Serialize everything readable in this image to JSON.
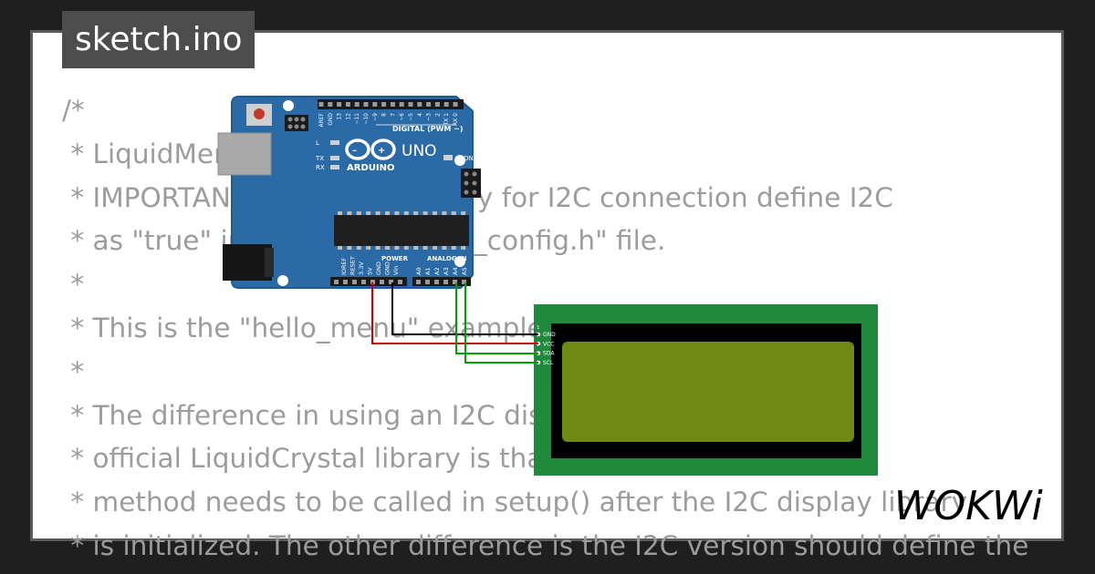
{
  "file_tab": {
    "label": "sketch.ino"
  },
  "code_lines": [
    "/*",
    " * LiquidMenu_hello_menu.ino",
    " * IMPORTANT: to use the library for I2C connection define I2C",
    " * as \"true\" in the \"LiquidMenu_config.h\" file.",
    " *",
    " * This is the \"hello_menu\" example for the I2C connection.",
    " *",
    " * The difference in using an I2C display and one with the",
    " * official LiquidCrystal library is that the init() method",
    " * method needs to be called in setup() after the I2C display library",
    " * is initialized. The other difference is the I2C version should define the"
  ],
  "board": {
    "name": "UNO",
    "brand": "ARDUINO",
    "digital_header": "DIGITAL (PWM ~)",
    "power_header": "POWER",
    "analog_header": "ANALOG IN",
    "led_labels": [
      "L",
      "TX",
      "RX"
    ],
    "on_label": "ON",
    "digital_pins": [
      "AREF",
      "GND",
      "13",
      "12",
      "~11",
      "~10",
      "~9",
      "8",
      "7",
      "~6",
      "~5",
      "4",
      "~3",
      "2",
      "TX 1",
      "RX 0"
    ],
    "power_pins": [
      "IOREF",
      "RESET",
      "3.3V",
      "5V",
      "GND",
      "GND",
      "Vin"
    ],
    "analog_pins": [
      "A0",
      "A1",
      "A2",
      "A3",
      "A4",
      "A5"
    ]
  },
  "lcd": {
    "pin1_label": "1",
    "pins": [
      "GND",
      "VCC",
      "SDA",
      "SCL"
    ]
  },
  "brand_logo": {
    "text": "WOKWi"
  },
  "colors": {
    "background": "#1f1f1f",
    "card_border": "#5a5a5a",
    "board_blue": "#2a6aa6",
    "lcd_green": "#1e8a3c",
    "lcd_screen": "#6e8a12",
    "wire_red": "#cc0000",
    "wire_black": "#000000",
    "wire_green": "#00a000"
  }
}
